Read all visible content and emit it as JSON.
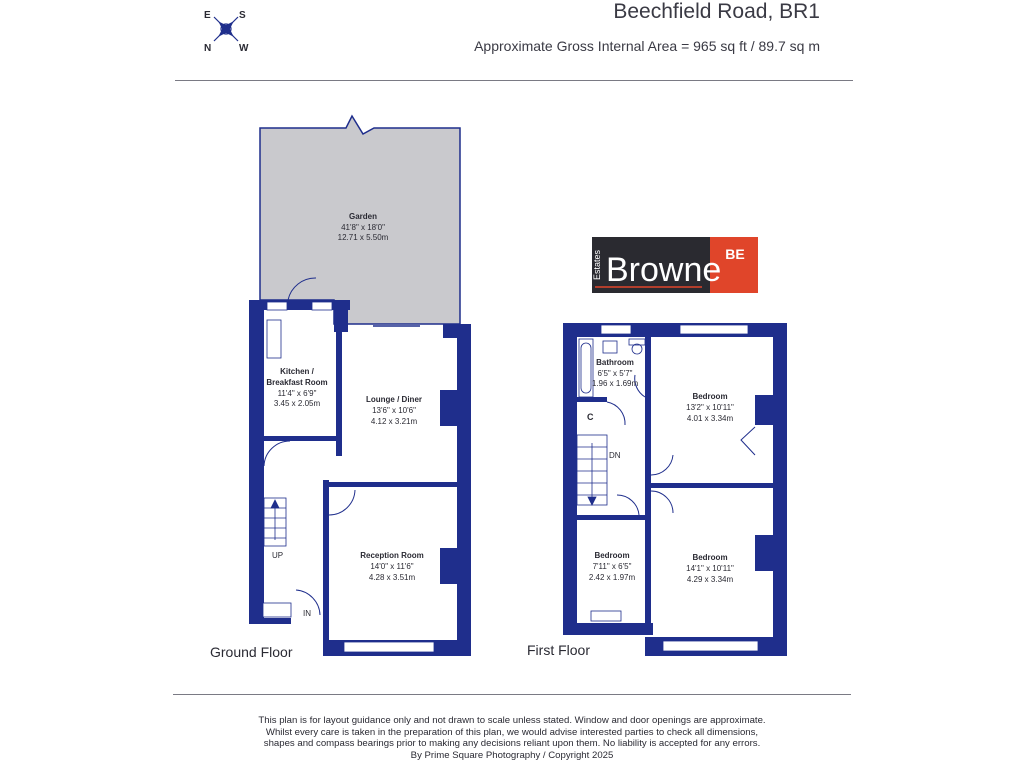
{
  "header": {
    "title": "Beechfield Road, BR1",
    "area": "Approximate Gross Internal Area = 965 sq ft / 89.7 sq m"
  },
  "compass": {
    "east": "E",
    "south": "S",
    "north": "N",
    "west": "W"
  },
  "logo": {
    "brand": "Browne",
    "sub": "Estates",
    "badge": "BE"
  },
  "ground_floor": {
    "label": "Ground Floor",
    "rooms": {
      "garden": {
        "name": "Garden",
        "imperial": "41'8\" x 18'0\"",
        "metric": "12.71 x 5.50m"
      },
      "kitchen": {
        "name": "Kitchen /",
        "name2": "Breakfast Room",
        "imperial": "11'4\" x 6'9\"",
        "metric": "3.45 x 2.05m"
      },
      "lounge": {
        "name": "Lounge / Diner",
        "imperial": "13'6\" x 10'6\"",
        "metric": "4.12 x 3.21m"
      },
      "reception": {
        "name": "Reception Room",
        "imperial": "14'0\" x 11'6\"",
        "metric": "4.28 x 3.51m"
      }
    },
    "stairs_label": "UP",
    "entrance_label": "IN"
  },
  "first_floor": {
    "label": "First Floor",
    "rooms": {
      "bathroom": {
        "name": "Bathroom",
        "imperial": "6'5\" x 5'7\"",
        "metric": "1.96 x 1.69m"
      },
      "bedroom_rear": {
        "name": "Bedroom",
        "imperial": "13'2\" x 10'11\"",
        "metric": "4.01 x 3.34m"
      },
      "bedroom_small": {
        "name": "Bedroom",
        "imperial": "7'11\" x 6'5\"",
        "metric": "2.42 x 1.97m"
      },
      "bedroom_front": {
        "name": "Bedroom",
        "imperial": "14'1\" x 10'11\"",
        "metric": "4.29 x 3.34m"
      }
    },
    "cupboard_label": "C",
    "stairs_label": "DN"
  },
  "disclaimer": [
    "This plan is for layout guidance only and not drawn to scale unless stated. Window and door openings are approximate.",
    "Whilst every care is taken in the preparation of this plan, we would advise interested parties to check all dimensions,",
    "shapes and compass bearings prior to making any decisions reliant upon them. No liability is accepted for any errors.",
    "By Prime Square Photography / Copyright 2025"
  ],
  "colors": {
    "wall": "#1f2e8c",
    "garden_fill": "#c9c9cd",
    "logo_bg": "#2a2a30",
    "logo_badge": "#e0452a",
    "text": "#2a2a33"
  }
}
